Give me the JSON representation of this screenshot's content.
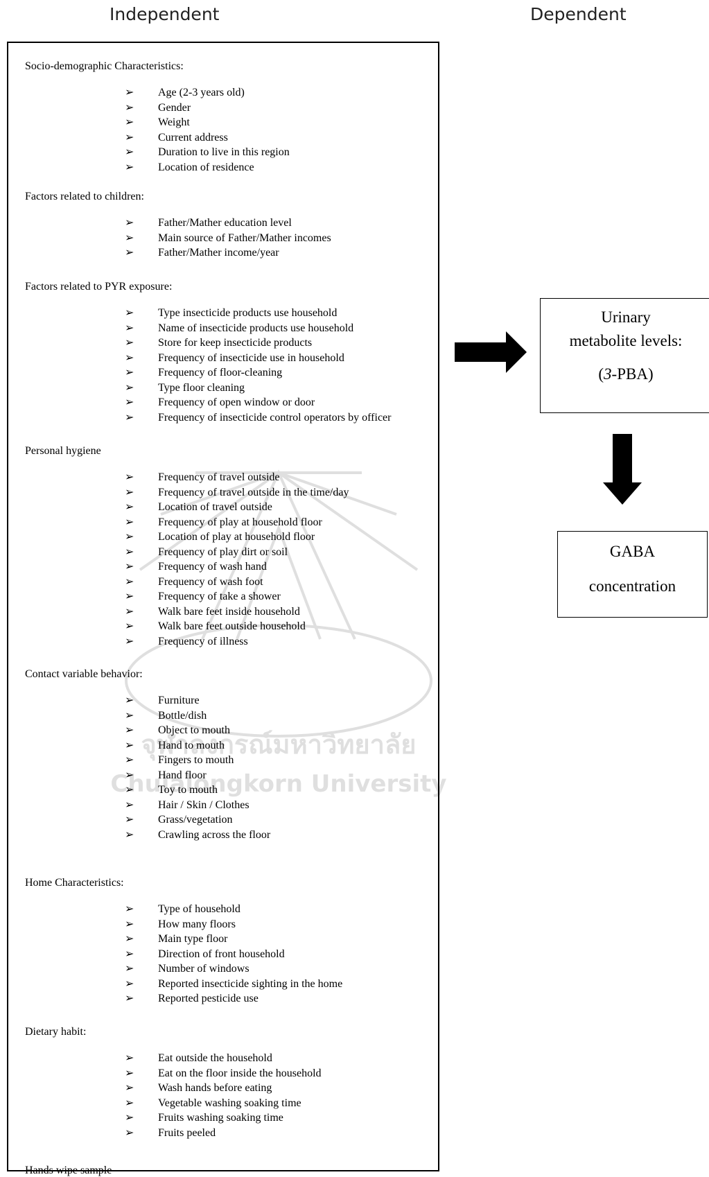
{
  "headings": {
    "independent": "Independent",
    "dependent": "Dependent"
  },
  "sections": [
    {
      "title": "Socio-demographic Characteristics:",
      "items": [
        "Age (2-3 years old)",
        "Gender",
        "Weight",
        "Current address",
        "Duration to live in this region",
        "Location of residence"
      ]
    },
    {
      "title": "Factors related to children:",
      "items": [
        "Father/Mather education level",
        "Main source of Father/Mather incomes",
        "Father/Mather income/year"
      ]
    },
    {
      "title": "Factors related to PYR exposure:",
      "items": [
        "Type insecticide products use household",
        "Name of insecticide products use household",
        "Store for keep insecticide products",
        "Frequency of insecticide use in household",
        "Frequency of floor-cleaning",
        "Type floor cleaning",
        "Frequency of open window or door",
        "Frequency of insecticide control operators by officer"
      ]
    },
    {
      "title": "Personal hygiene",
      "items": [
        "Frequency of travel outside",
        "Frequency of travel outside in the time/day",
        "Location of travel outside",
        "Frequency of play at household floor",
        "Location of play at household floor",
        "Frequency of play dirt or soil",
        "Frequency of wash hand",
        "Frequency of wash foot",
        "Frequency of take a shower",
        "Walk bare feet inside household",
        "Walk bare feet outside household",
        "Frequency of illness"
      ]
    },
    {
      "title": "Contact variable behavior:",
      "items": [
        "Furniture",
        "Bottle/dish",
        "Object to mouth",
        "Hand to mouth",
        "Fingers to mouth",
        "Hand floor",
        "Toy to mouth",
        "Hair / Skin / Clothes",
        "Grass/vegetation",
        "Crawling across the floor"
      ]
    },
    {
      "title": "Home Characteristics:",
      "items": [
        "Type of household",
        "How many floors",
        "Main type floor",
        "Direction of front household",
        "Number of windows",
        "Reported insecticide sighting in the home",
        "Reported pesticide use"
      ]
    },
    {
      "title": "Dietary habit:",
      "items": [
        "Eat outside the household",
        "Eat on the floor inside the household",
        "Wash hands before eating",
        "Vegetable washing soaking time",
        "Fruits washing soaking time",
        "Fruits peeled"
      ]
    },
    {
      "title": "Hands wipe sample",
      "items": []
    }
  ],
  "bullet_glyph": "➢",
  "urinary_box": {
    "line1": "Urinary",
    "line2": "metabolite levels:",
    "line3_open": "(",
    "line3_italic": "3",
    "line3_rest": "-PBA)"
  },
  "gaba_box": {
    "line1": "GABA",
    "line2": "concentration"
  },
  "watermark": {
    "thai": "จุฬาลงกรณ์มหาวิทยาลัย",
    "english": "Chulalongkorn University"
  }
}
